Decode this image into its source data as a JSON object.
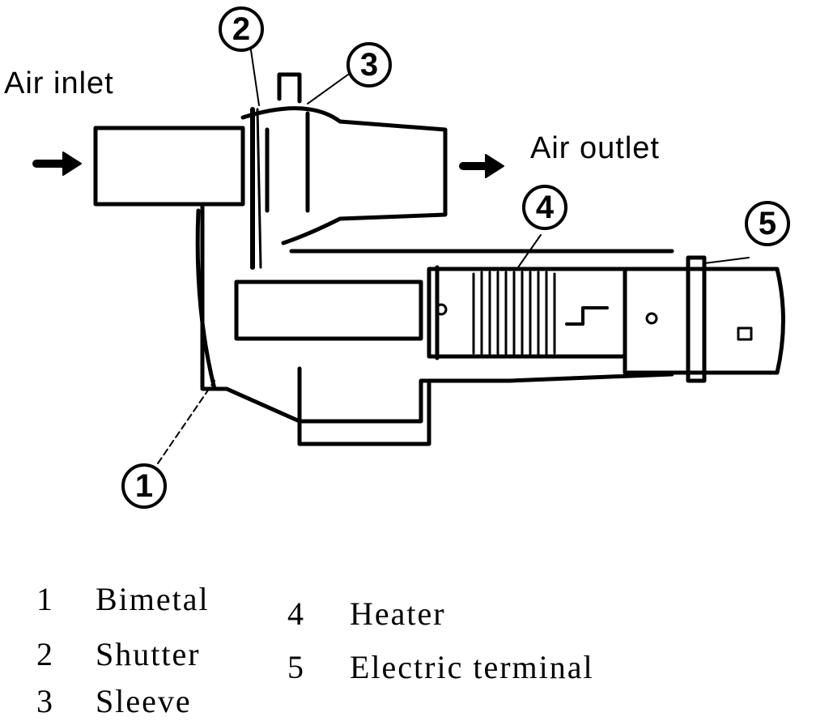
{
  "labels": {
    "air_inlet": "Air inlet",
    "air_outlet": "Air outlet"
  },
  "callouts": [
    "1",
    "2",
    "3",
    "4",
    "5"
  ],
  "legend": [
    {
      "num": "1",
      "text": "Bimetal"
    },
    {
      "num": "2",
      "text": "Shutter"
    },
    {
      "num": "3",
      "text": "Sleeve"
    },
    {
      "num": "4",
      "text": "Heater"
    },
    {
      "num": "5",
      "text": "Electric terminal"
    }
  ]
}
